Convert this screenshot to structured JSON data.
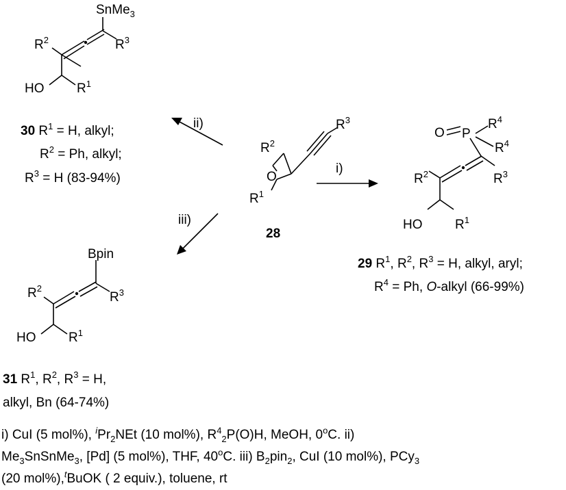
{
  "atoms": {
    "sn": "SnMe",
    "sn_sub": "3",
    "r": "R",
    "sup1": "1",
    "sup2": "2",
    "sup3": "3",
    "sup4": "4",
    "ho": "HO",
    "o": "O",
    "p": "P",
    "bpin": "Bpin"
  },
  "labels": {
    "c30": "30",
    "c30_l1": "= H, alkyl;",
    "c30_l2": "= Ph, alkyl;",
    "c30_l3": "= H (83-94%)",
    "c28": "28",
    "c29": "29",
    "c29_l1a": ",",
    "c29_l1b": "= H, alkyl, aryl;",
    "c29_l2a": "= Ph,",
    "c29_l2b": "O",
    "c29_l2c": "-alkyl (66-99%)",
    "c31": "31",
    "c31_l1": "= H,",
    "c31_l2": "alkyl, Bn  (64-74%)"
  },
  "arrows": {
    "i": "i)",
    "ii": "ii)",
    "iii": "iii)"
  },
  "footnote": {
    "a1": "i) CuI (5 mol%),",
    "a_i": "i",
    "a2": "Pr",
    "a2_sub": "2",
    "a3": "NEt (10 mol%), R",
    "a3_sup": "4",
    "a3_sub": "2",
    "a4": "P(O)H, MeOH, 0",
    "a4_sup": "o",
    "a5": "C. ii)",
    "b1": "Me",
    "b1_sub": "3",
    "b2": "SnSnMe",
    "b2_sub": "3",
    "b3": ", [Pd] (5 mol%), THF, 40",
    "b3_sup": "o",
    "b4": "C. iii) B",
    "b4_sub": "2",
    "b5": "pin",
    "b5_sub": "2",
    "b6": ", CuI (10 mol%), PCy",
    "b6_sub": "3",
    "c1": "(20 mol%),",
    "c_t": "t",
    "c2": "BuOK ( 2 equiv.), toluene, rt"
  }
}
